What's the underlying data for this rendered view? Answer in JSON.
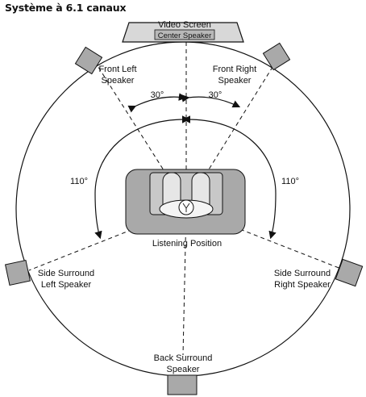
{
  "title": "Système à 6.1 canaux",
  "labels": {
    "video_screen": "Video Screen",
    "center_speaker": "Center Speaker",
    "front_left_l1": "Front Left",
    "front_left_l2": "Speaker",
    "front_right_l1": "Front Right",
    "front_right_l2": "Speaker",
    "angle_left": "30°",
    "angle_right": "30°",
    "angle_110_left": "110°",
    "angle_110_right": "110°",
    "listening_position": "Listening Position",
    "side_left_l1": "Side Surround",
    "side_left_l2": "Left Speaker",
    "side_right_l1": "Side Surround",
    "side_right_l2": "Right Speaker",
    "back_l1": "Back Surround",
    "back_l2": "Speaker"
  },
  "colors": {
    "speaker_fill": "#a9a9a9",
    "screen_fill": "#d8d8d8",
    "couch_fill": "#a9a9a9",
    "line": "#111111"
  }
}
